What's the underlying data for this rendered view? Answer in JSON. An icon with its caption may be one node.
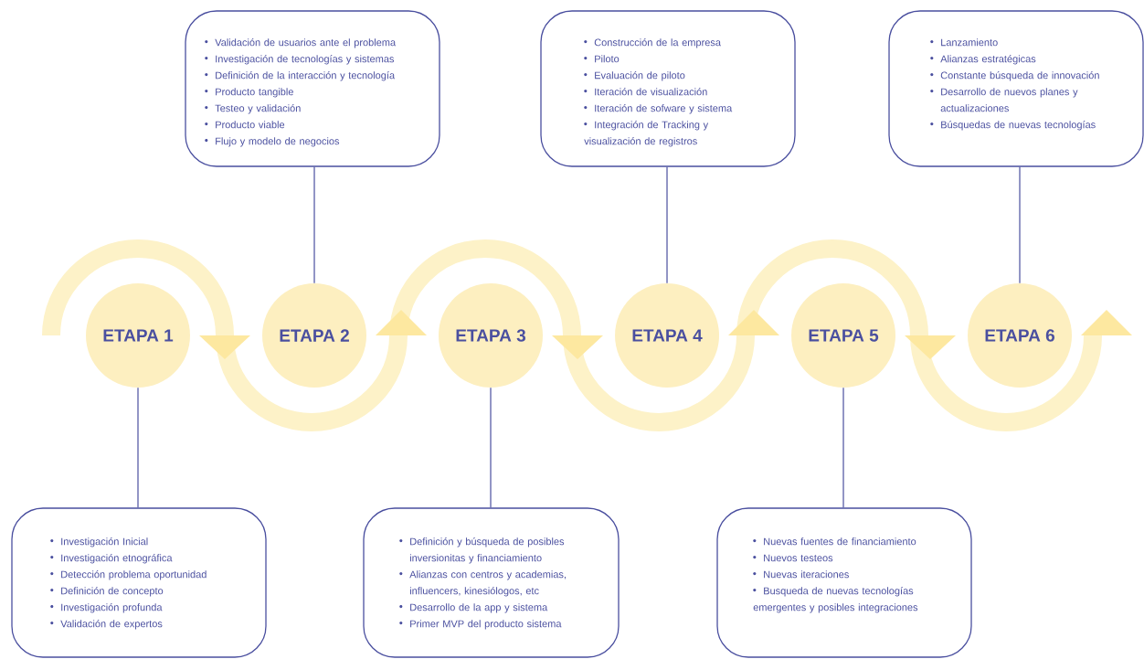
{
  "diagram": {
    "nodes": [
      {
        "text": [
          "ETAPA 1"
        ]
      },
      {
        "text": [
          "ETAPA 2"
        ]
      },
      {
        "text": [
          "ETAPA 3"
        ]
      },
      {
        "text": [
          "ETAPA 4"
        ]
      },
      {
        "text": [
          "ETAPA 5"
        ]
      },
      {
        "text": [
          "ETAPA 6"
        ]
      },
      {
        "text": [
          "Investigación Inicial",
          "Investigación etnográfica",
          "Detección problema oportunidad",
          "Definición de concepto",
          "Investigación profunda",
          "Validación de expertos"
        ]
      },
      {
        "text": [
          "Validación de usuarios ante el problema",
          "Investigación de tecnologías y sistemas",
          "Definición de la interacción y tecnología",
          "Producto tangible",
          "Testeo y validación",
          "Producto viable",
          "Flujo y modelo de negocios"
        ]
      },
      {
        "text": [
          "Definición y búsqueda de posibles inversionitas y financiamiento",
          "Alianzas con centros y academias, influencers, kinesiólogos, etc",
          "Desarrollo de la app y sistema",
          "Primer MVP del producto sistema"
        ]
      },
      {
        "text": [
          "Construcción de la empresa",
          "Piloto",
          "Evaluación de piloto",
          "Iteración de visualización",
          "Iteración de sofware y sistema",
          "Integración de Tracking y visualización de registros"
        ]
      },
      {
        "text": [
          "Nuevas fuentes de financiamiento",
          "Nuevos testeos",
          "Nuevas iteraciones",
          "Busqueda de nuevas tecnologías emergentes y posibles integraciones"
        ]
      },
      {
        "text": [
          "Lanzamiento",
          "Alianzas estratégicas",
          "Constante búsqueda de innovación",
          "Desarrollo de nuevos planes y actualizaciones",
          "Búsquedas de nuevas tecnologías"
        ]
      }
    ],
    "edges": [
      {
        "from": 0,
        "to": 6,
        "arrow": "none"
      },
      {
        "from": 1,
        "to": 7,
        "arrow": "none"
      },
      {
        "from": 2,
        "to": 8,
        "arrow": "none"
      },
      {
        "from": 3,
        "to": 9,
        "arrow": "none"
      },
      {
        "from": 4,
        "to": 10,
        "arrow": "none"
      },
      {
        "from": 5,
        "to": 11,
        "arrow": "none"
      }
    ]
  }
}
